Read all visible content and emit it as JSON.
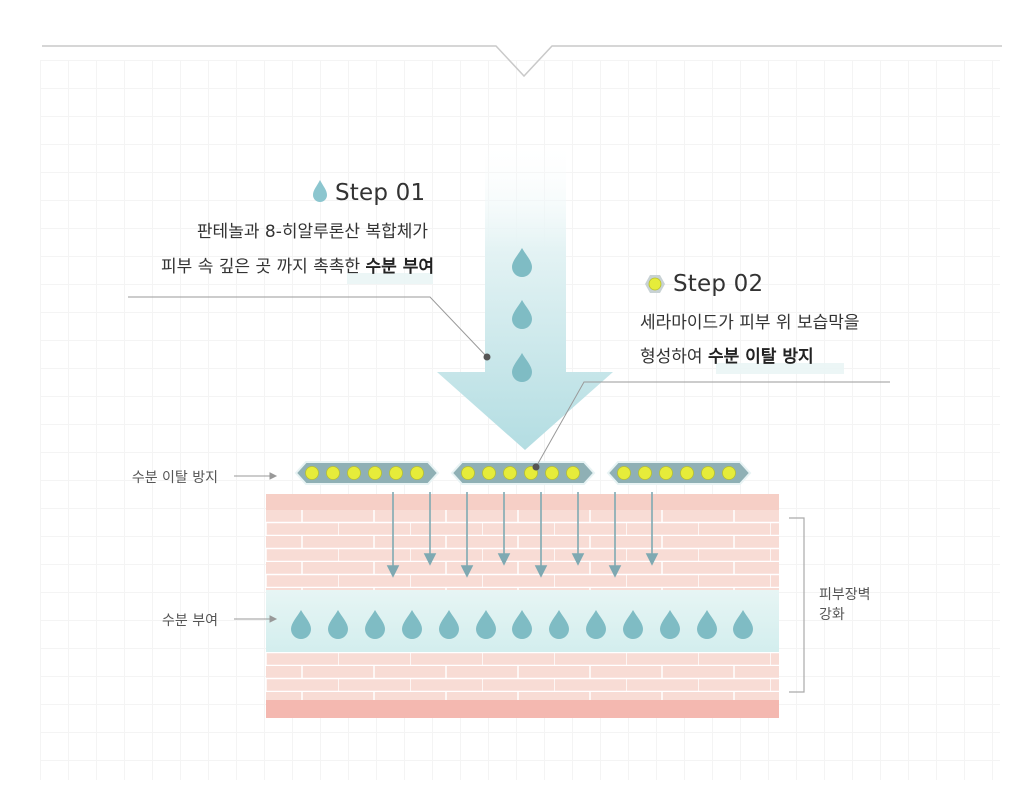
{
  "step01": {
    "title": "Step 01",
    "line1": "판테놀과 8-히알루론산 복합체가",
    "line2_prefix": "피부 속 깊은 곳 까지 촉촉한 ",
    "line2_bold": "수분 부여"
  },
  "step02": {
    "title": "Step 02",
    "line1": "세라마이드가 피부 위 보습막을",
    "line2_prefix": "형성하여 ",
    "line2_bold": "수분 이탈 방지"
  },
  "labels": {
    "barrier": "수분 이탈 방지",
    "hydration": "수분 부여",
    "strength_line1": "피부장벽",
    "strength_line2": "강화"
  },
  "colors": {
    "arrow": "#bfe3e6",
    "drop": "#7fbcc4",
    "dot": "#e6ec3a",
    "capsule": "#8fb0b5",
    "skin": "#f6d6cf",
    "skin_dark": "#f2b2aa",
    "mint_band": "#daf0f0"
  }
}
